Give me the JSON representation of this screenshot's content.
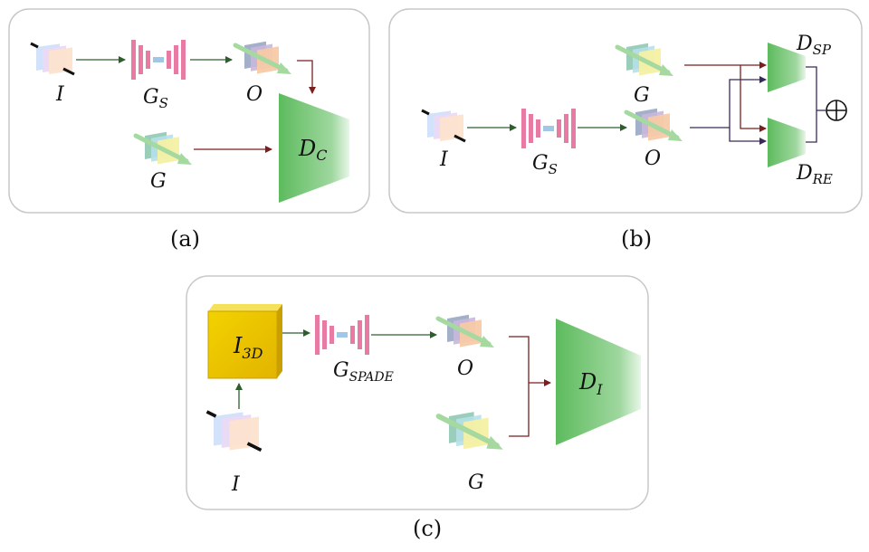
{
  "panel_a": {
    "caption": "(a)",
    "input_label": "I",
    "generator_label": {
      "base": "G",
      "sub": "S"
    },
    "output_label": "O",
    "gt_label": "G",
    "discriminator_label": {
      "base": "D",
      "sub": "C"
    }
  },
  "panel_b": {
    "caption": "(b)",
    "input_label": "I",
    "generator_label": {
      "base": "G",
      "sub": "S"
    },
    "output_label": "O",
    "gt_label": "G",
    "disc_sp_label": {
      "base": "D",
      "sub": "SP"
    },
    "disc_re_label": {
      "base": "D",
      "sub": "RE"
    },
    "sum_symbol": "⊕"
  },
  "panel_c": {
    "caption": "(c)",
    "volume_label": {
      "base": "I",
      "sub": "3D"
    },
    "input_label": "I",
    "generator_label": {
      "base": "G",
      "sub": "SPADE"
    },
    "output_label": "O",
    "gt_label": "G",
    "discriminator_label": {
      "base": "D",
      "sub": "I"
    }
  },
  "colors": {
    "panel_border": "#c8c8c8",
    "generator": "#e87ba3",
    "generator_core": "#9fc8e6",
    "discriminator": "#6cc46c",
    "volume": "#e8c400",
    "arrow_green": "#2e5e2e",
    "arrow_red": "#7a1f1f",
    "arrow_purple": "#3a2a5a"
  },
  "icons": [
    "image-stack-icon",
    "generator-icon",
    "discriminator-icon",
    "volume-cube-icon",
    "direct-sum-icon"
  ]
}
